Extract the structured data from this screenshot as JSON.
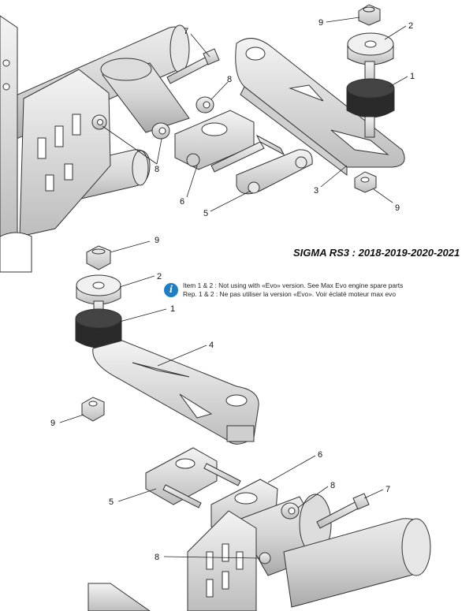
{
  "title": "SIGMA RS3 : 2018-2019-2020-2021",
  "info_icon": "info-icon",
  "note": {
    "line_en": "Item 1 & 2 : Not using with «Evo» version. See Max Evo engine spare parts",
    "line_fr": "Rep. 1 & 2 : Ne pas utiliser la version «Evo». Voir éclaté moteur max evo"
  },
  "colors": {
    "accent_info": "#1f7fc4",
    "metal": "#d9d9d9",
    "rubber": "#2a2a2a"
  },
  "callouts_top": {
    "c9a": "9",
    "c2": "2",
    "c7": "7",
    "c8a": "8",
    "c1": "1",
    "c8b": "8",
    "c6": "6",
    "c3": "3",
    "c5": "5",
    "c9b": "9"
  },
  "callouts_bottom": {
    "c9a": "9",
    "c2": "2",
    "c1": "1",
    "c4": "4",
    "c9b": "9",
    "c6": "6",
    "c8a": "8",
    "c7": "7",
    "c5": "5",
    "c8b": "8"
  }
}
